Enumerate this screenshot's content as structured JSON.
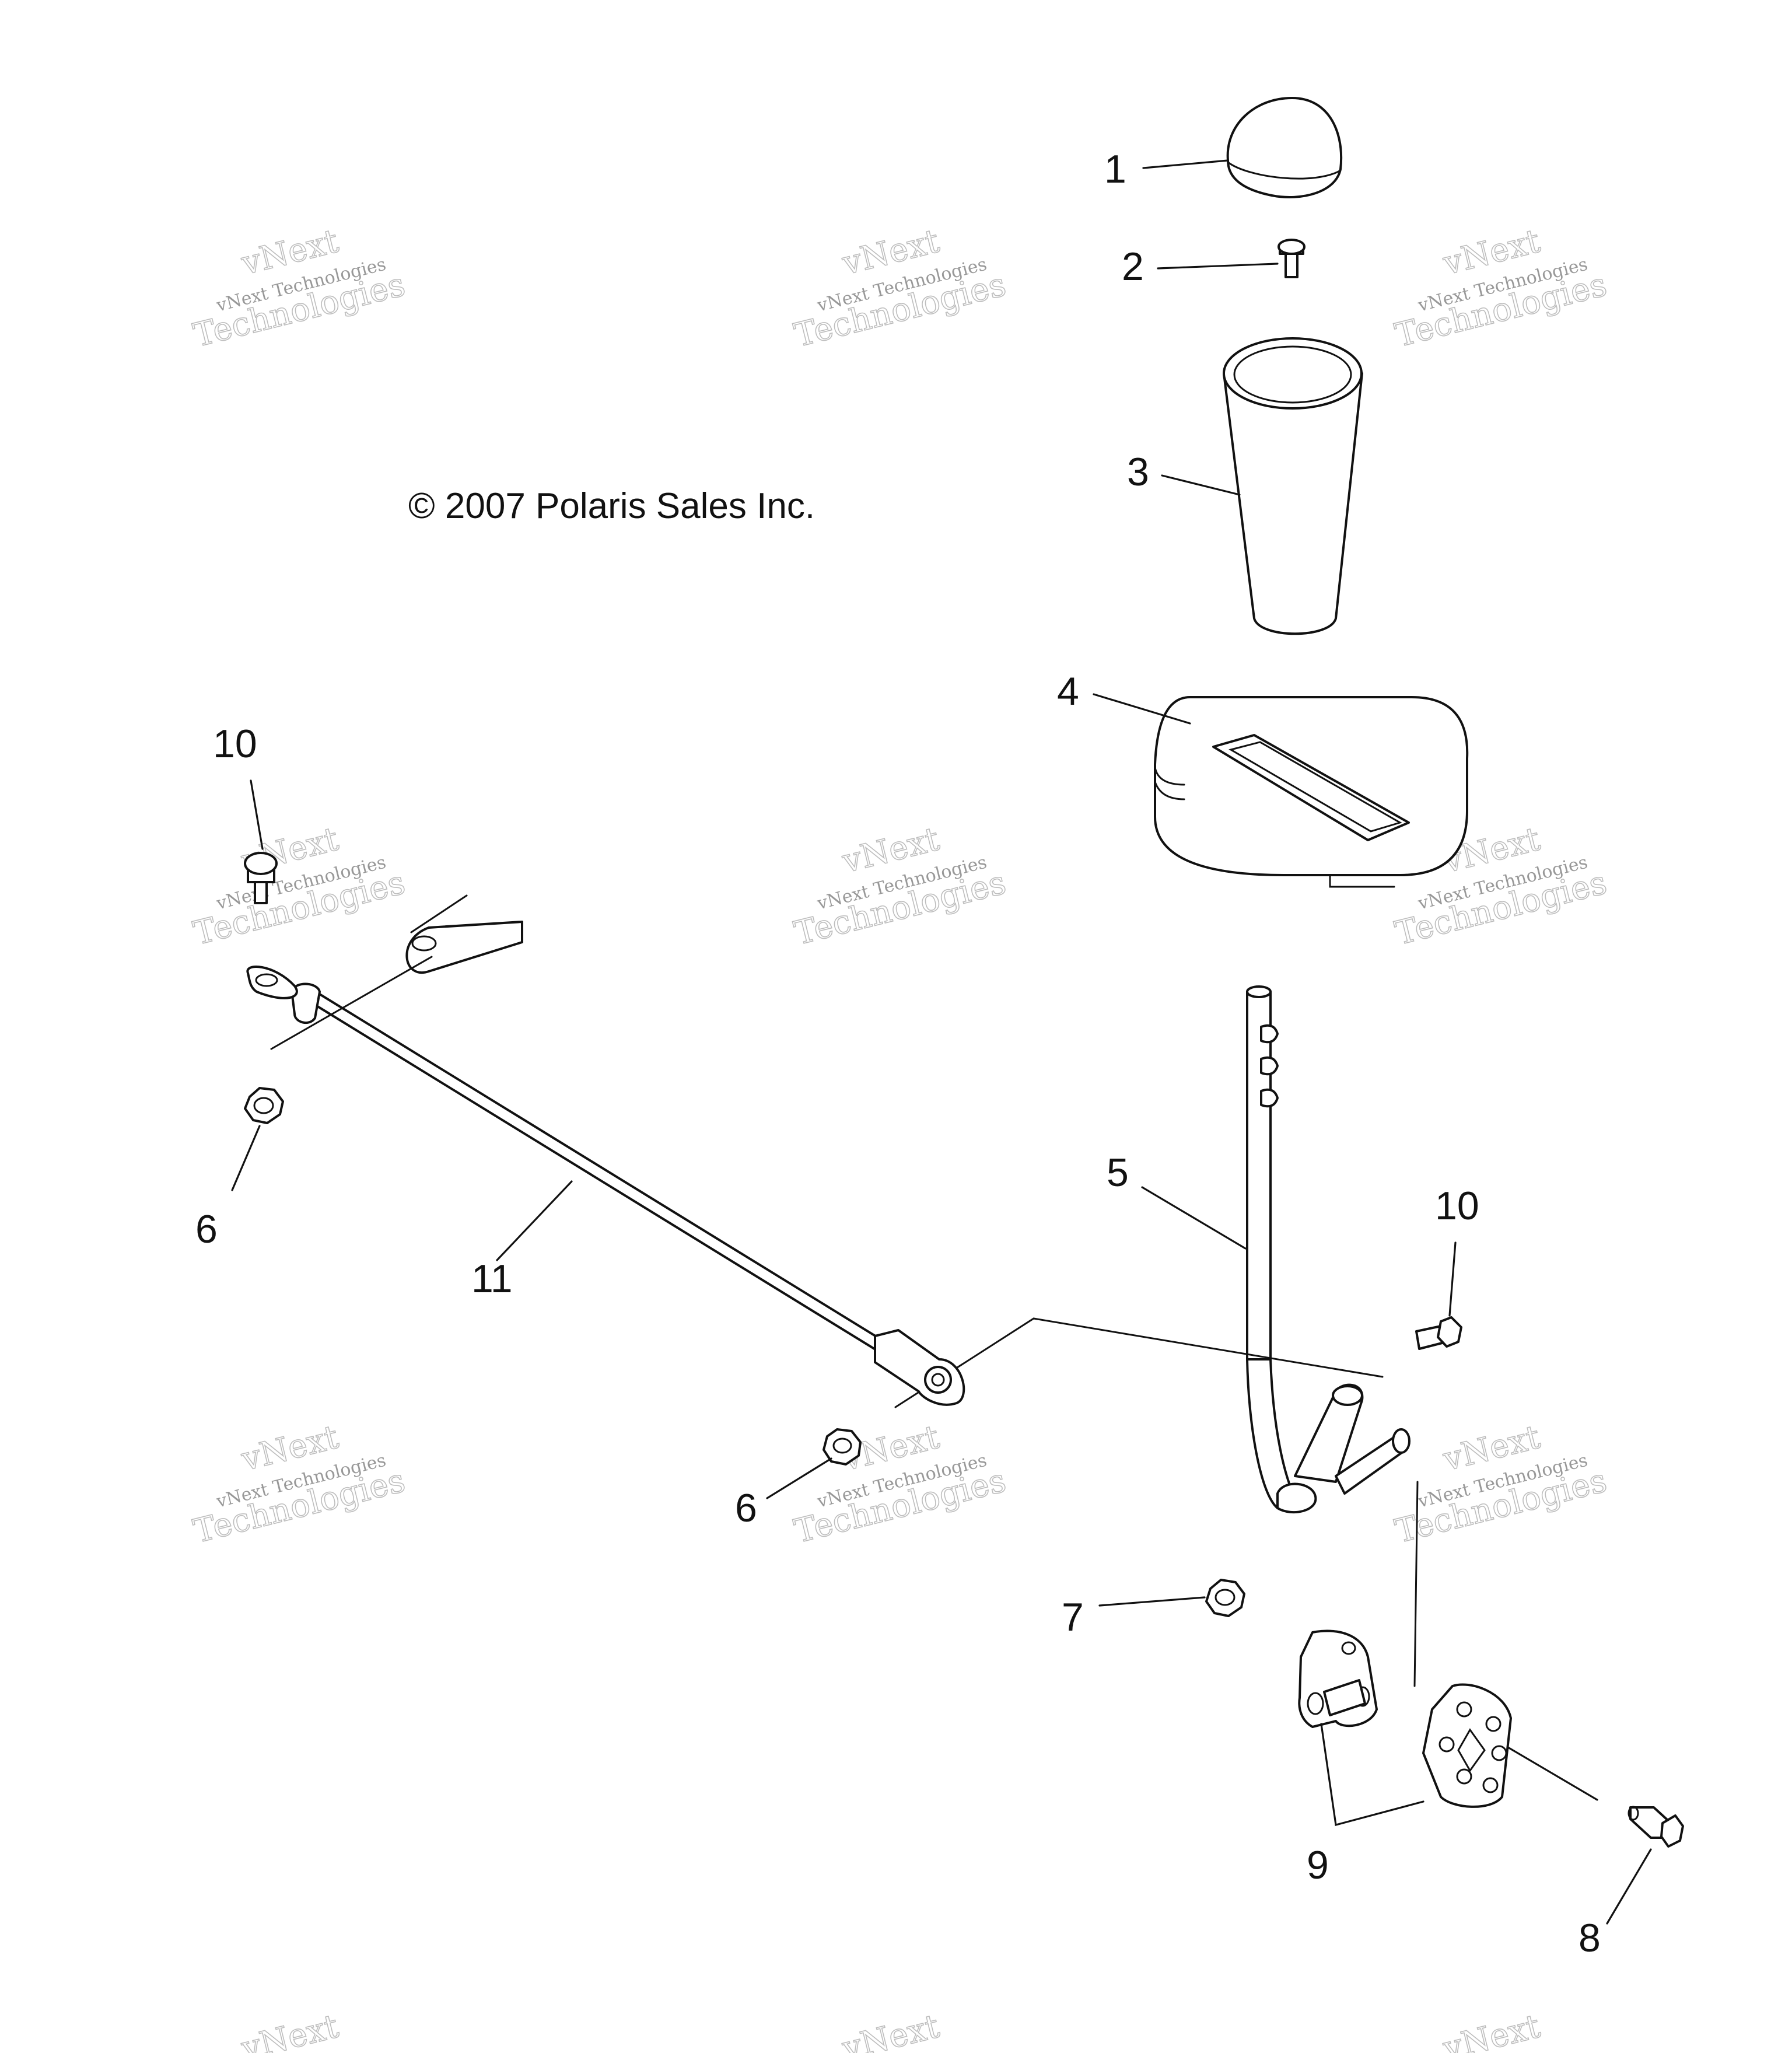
{
  "copyright": "© 2007 Polaris Sales Inc.",
  "watermark": {
    "line1": "vNext",
    "line2": "Technologies",
    "small": "vNext Technologies"
  },
  "callouts": {
    "c1": "1",
    "c2": "2",
    "c3": "3",
    "c4": "4",
    "c5": "5",
    "c6a": "6",
    "c6b": "6",
    "c7": "7",
    "c8": "8",
    "c9": "9",
    "c10a": "10",
    "c10b": "10",
    "c11": "11"
  }
}
